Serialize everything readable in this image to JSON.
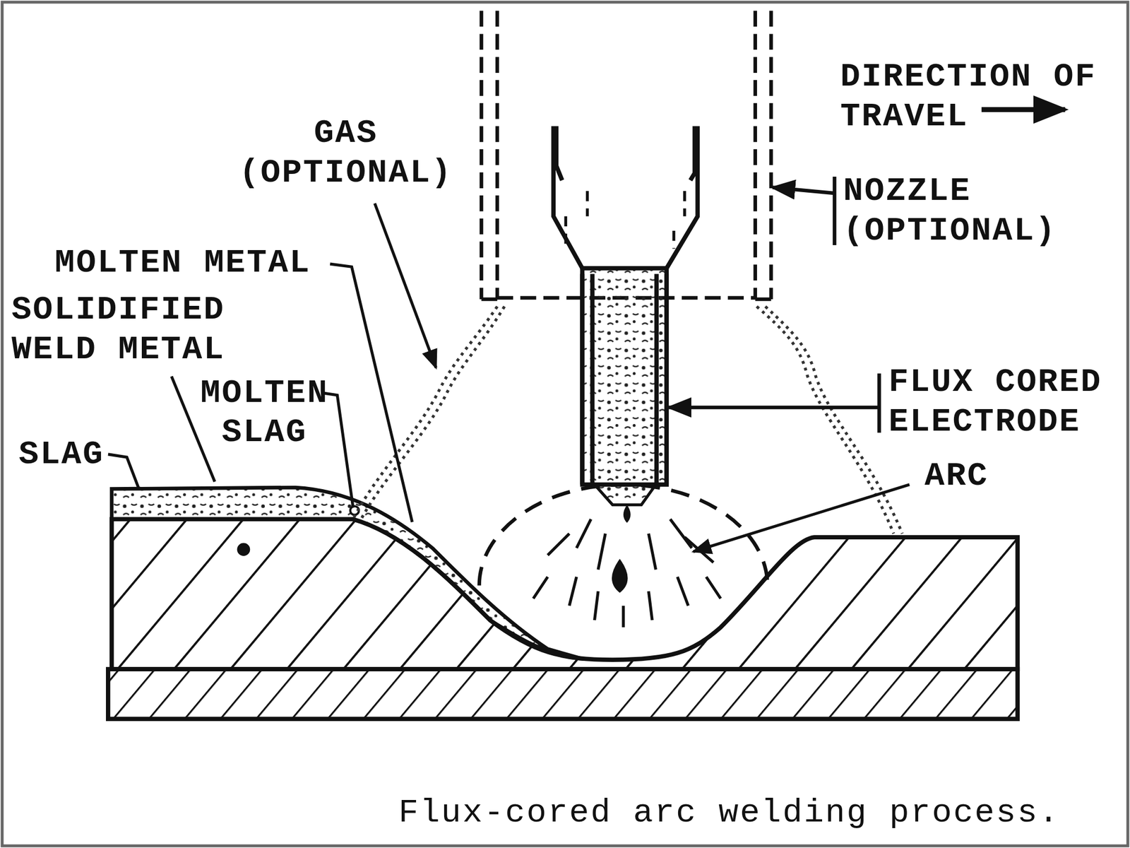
{
  "diagram": {
    "caption": "Flux-cored arc welding process.",
    "labels": [
      "GAS (OPTIONAL)",
      "MOLTEN METAL",
      "SOLIDIFIED WELD METAL",
      "MOLTEN SLAG",
      "SLAG",
      "DIRECTION OF TRAVEL",
      "NOZZLE (OPTIONAL)",
      "FLUX CORED ELECTRODE",
      "ARC"
    ]
  }
}
